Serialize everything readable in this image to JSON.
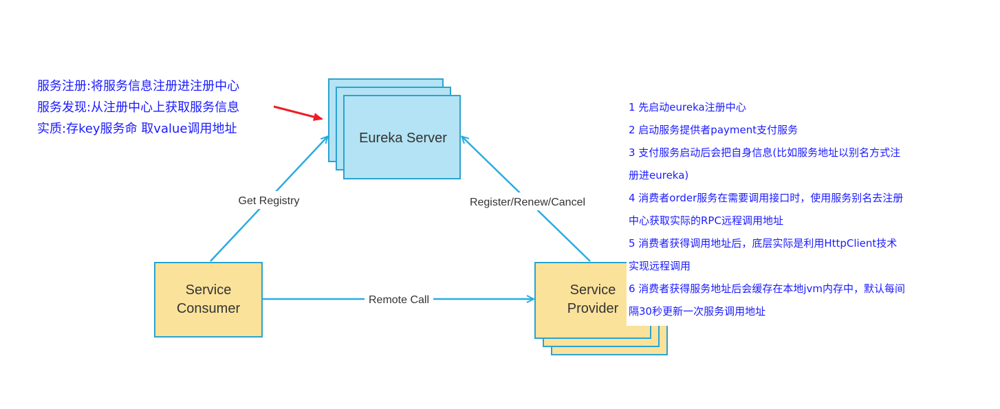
{
  "nodes": {
    "eureka": "Eureka Server",
    "consumer": [
      "Service",
      "Consumer"
    ],
    "provider": [
      "Service",
      "Provider"
    ]
  },
  "edges": {
    "get_registry": "Get Registry",
    "register": "Register/Renew/Cancel",
    "remote_call": "Remote Call"
  },
  "left_notes": [
    "服务注册:将服务信息注册进注册中心",
    "服务发现:从注册中心上获取服务信息",
    "实质:存key服务命 取value调用地址"
  ],
  "right_notes": [
    "1 先启动eureka注册中心",
    "2 启动服务提供者payment支付服务",
    "3 支付服务启动后会把自身信息(比如服务地址以别名方式注",
    "册进eureka)",
    "4 消费者order服务在需要调用接口时，使用服务别名去注册",
    "中心获取实际的RPC远程调用地址",
    "5 消费者获得调用地址后，底层实际是利用HttpClient技术",
    "实现远程调用",
    "6 消费者获得服务地址后会缓存在本地jvm内存中，默认每间",
    "隔30秒更新一次服务调用地址"
  ],
  "colors": {
    "eureka_fill": "#b3e3f4",
    "eureka_stroke": "#2aa3d0",
    "service_fill": "#fbe29a",
    "service_stroke": "#2aa3d0",
    "arrow": "#29abe2",
    "pointer": "#ee1c25",
    "note_text": "#1a1aff"
  }
}
